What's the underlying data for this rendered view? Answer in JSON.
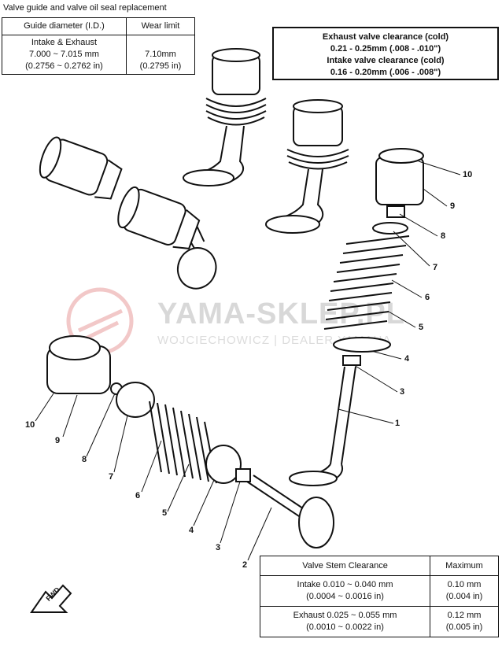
{
  "title": "Valve guide and valve oil seal replacement",
  "guide_table": {
    "col1_header": "Guide diameter (I.D.)",
    "col2_header": "Wear limit",
    "row_label": "Intake & Exhaust",
    "row_value_mm": "7.000 ~ 7.015 mm",
    "row_value_in": "(0.2756 ~ 0.2762 in)",
    "limit_mm": "7.10mm",
    "limit_in": "(0.2795 in)"
  },
  "clearance": {
    "exhaust_label": "Exhaust valve clearance (cold)",
    "exhaust_value": "0.21 - 0.25mm (.008 - .010\")",
    "intake_label": "Intake valve clearance (cold)",
    "intake_value": "0.16 - 0.20mm (.006 - .008\")"
  },
  "stem_table": {
    "col1_header": "Valve Stem Clearance",
    "col2_header": "Maximum",
    "intake_line1": "Intake 0.010 ~ 0.040 mm",
    "intake_line2": "(0.0004 ~ 0.0016 in)",
    "intake_max1": "0.10 mm",
    "intake_max2": "(0.004 in)",
    "exhaust_line1": "Exhaust 0.025 ~ 0.055 mm",
    "exhaust_line2": "(0.0010 ~ 0.0022 in)",
    "exhaust_max1": "0.12 mm",
    "exhaust_max2": "(0.005 in)"
  },
  "callouts": {
    "right": [
      "10",
      "9",
      "8",
      "7",
      "6",
      "5",
      "4",
      "3",
      "1"
    ],
    "left": [
      "10",
      "9",
      "8",
      "7",
      "6",
      "5",
      "4",
      "3",
      "2"
    ]
  },
  "fwd_label": "FWD",
  "watermark": {
    "main": "YAMA-SKLEP.PL",
    "sub": "WOJCIECHOWICZ | DEALER YAMAHA"
  }
}
